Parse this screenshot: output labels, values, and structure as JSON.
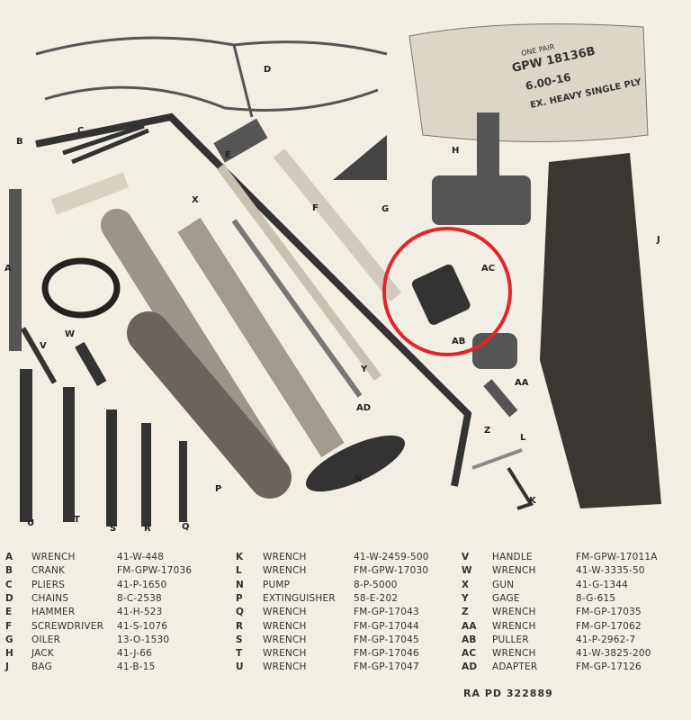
{
  "figure": {
    "labels": [
      "A",
      "B",
      "C",
      "D",
      "E",
      "F",
      "G",
      "H",
      "J",
      "K",
      "L",
      "N",
      "P",
      "Q",
      "R",
      "S",
      "T",
      "U",
      "V",
      "W",
      "X",
      "Y",
      "Z",
      "AA",
      "AB",
      "AC",
      "AD"
    ],
    "bag_print": [
      "ONE PAIR",
      "GPW 18136B",
      "6.00-16",
      "EX. HEAVY SINGLE PLY"
    ],
    "highlight_color": "#e0262b"
  },
  "parts": [
    {
      "letter": "A",
      "name": "WRENCH",
      "code": "41-W-448"
    },
    {
      "letter": "B",
      "name": "CRANK",
      "code": "FM-GPW-17036"
    },
    {
      "letter": "C",
      "name": "PLIERS",
      "code": "41-P-1650"
    },
    {
      "letter": "D",
      "name": "CHAINS",
      "code": "8-C-2538"
    },
    {
      "letter": "E",
      "name": "HAMMER",
      "code": "41-H-523"
    },
    {
      "letter": "F",
      "name": "SCREWDRIVER",
      "code": "41-S-1076"
    },
    {
      "letter": "G",
      "name": "OILER",
      "code": "13-O-1530"
    },
    {
      "letter": "H",
      "name": "JACK",
      "code": "41-J-66"
    },
    {
      "letter": "J",
      "name": "BAG",
      "code": "41-B-15"
    },
    {
      "letter": "K",
      "name": "WRENCH",
      "code": "41-W-2459-500"
    },
    {
      "letter": "L",
      "name": "WRENCH",
      "code": "FM-GPW-17030"
    },
    {
      "letter": "N",
      "name": "PUMP",
      "code": "8-P-5000"
    },
    {
      "letter": "P",
      "name": "EXTINGUISHER",
      "code": "58-E-202"
    },
    {
      "letter": "Q",
      "name": "WRENCH",
      "code": "FM-GP-17043"
    },
    {
      "letter": "R",
      "name": "WRENCH",
      "code": "FM-GP-17044"
    },
    {
      "letter": "S",
      "name": "WRENCH",
      "code": "FM-GP-17045"
    },
    {
      "letter": "T",
      "name": "WRENCH",
      "code": "FM-GP-17046"
    },
    {
      "letter": "U",
      "name": "WRENCH",
      "code": "FM-GP-17047"
    },
    {
      "letter": "V",
      "name": "HANDLE",
      "code": "FM-GPW-17011A"
    },
    {
      "letter": "W",
      "name": "WRENCH",
      "code": "41-W-3335-50"
    },
    {
      "letter": "X",
      "name": "GUN",
      "code": "41-G-1344"
    },
    {
      "letter": "Y",
      "name": "GAGE",
      "code": "8-G-615"
    },
    {
      "letter": "Z",
      "name": "WRENCH",
      "code": "FM-GP-17035"
    },
    {
      "letter": "AA",
      "name": "WRENCH",
      "code": "FM-GP-17062"
    },
    {
      "letter": "AB",
      "name": "PULLER",
      "code": "41-P-2962-7"
    },
    {
      "letter": "AC",
      "name": "WRENCH",
      "code": "41-W-3825-200"
    },
    {
      "letter": "AD",
      "name": "ADAPTER",
      "code": "FM-GP-17126"
    }
  ],
  "reference": "RA PD 322889"
}
